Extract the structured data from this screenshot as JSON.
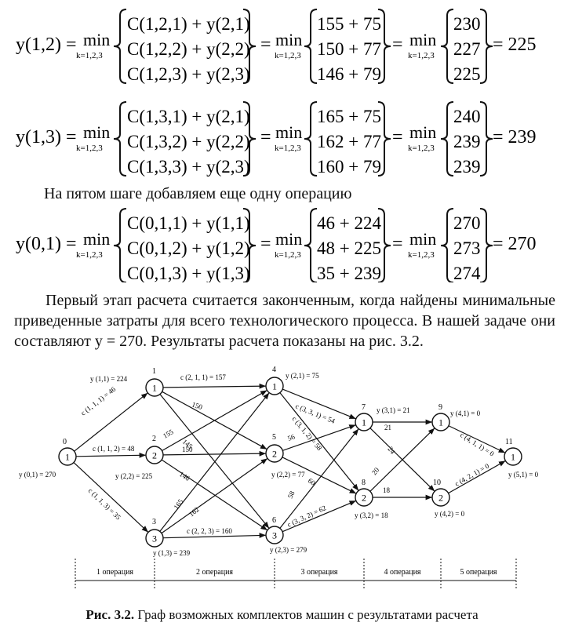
{
  "equations": [
    {
      "lhs": "y(1,2)",
      "sub": "k=1,2,3",
      "terms": [
        "C(1,2,1) + y(2,1)",
        "C(1,2,2) + y(2,2)",
        "C(1,2,3) + y(2,3)"
      ],
      "sums": [
        "155 + 75",
        "150 + 77",
        "146 + 79"
      ],
      "values": [
        "230",
        "227",
        "225"
      ],
      "result": "225"
    },
    {
      "lhs": "y(1,3)",
      "sub": "k=1,2,3",
      "terms": [
        "C(1,3,1) + y(2,1)",
        "C(1,3,2) + y(2,2)",
        "C(1,3,3) + y(2,3)"
      ],
      "sums": [
        "165 + 75",
        "162 + 77",
        "160 + 79"
      ],
      "values": [
        "240",
        "239",
        "239"
      ],
      "result": "239"
    },
    {
      "lhs": "y(0,1)",
      "sub": "k=1,2,3",
      "terms": [
        "C(0,1,1) + y(1,1)",
        "C(0,1,2) + y(1,2)",
        "C(0,1,3) + y(1,3)"
      ],
      "sums": [
        "46 + 224",
        "48 + 225",
        "35 + 239"
      ],
      "values": [
        "270",
        "273",
        "274"
      ],
      "result": "270"
    }
  ],
  "min_label": "min",
  "intro_text": "На пятом шаге добавляем еще одну операцию",
  "paragraph": "Первый этап расчета считается законченным, когда найдены минимальные приведенные затраты для всего технологического процесса. В нашей задаче они составляют y = 270. Результаты расчета показаны на рис. 3.2.",
  "graph": {
    "nodes": [
      {
        "id": "n0",
        "num": "0",
        "inner": "1",
        "label": "y (0,1) = 270"
      },
      {
        "id": "n1",
        "num": "1",
        "inner": "1",
        "label": "y (1,1) = 224"
      },
      {
        "id": "n2",
        "num": "2",
        "inner": "2",
        "label": "y (2,2) = 225"
      },
      {
        "id": "n3",
        "num": "3",
        "inner": "3",
        "label": "y (1,3) = 239"
      },
      {
        "id": "n4",
        "num": "4",
        "inner": "1",
        "label": "y (2,1) = 75"
      },
      {
        "id": "n5",
        "num": "5",
        "inner": "2",
        "label": "y (2,2) = 77"
      },
      {
        "id": "n6",
        "num": "6",
        "inner": "3",
        "label": "y (2,3) = 279"
      },
      {
        "id": "n7",
        "num": "7",
        "inner": "1",
        "label": "y (3,1) = 21"
      },
      {
        "id": "n8",
        "num": "8",
        "inner": "2",
        "label": "y (3,2) = 18"
      },
      {
        "id": "n9",
        "num": "9",
        "inner": "1",
        "label": "y (4,1) = 0"
      },
      {
        "id": "n10",
        "num": "10",
        "inner": "2",
        "label": "y (4,2) = 0"
      },
      {
        "id": "n11",
        "num": "11",
        "inner": "1",
        "label": "y (5,1) = 0"
      }
    ],
    "edges": [
      {
        "from": "n0",
        "to": "n1",
        "label": "c (1, 1, 1) = 46"
      },
      {
        "from": "n0",
        "to": "n2",
        "label": "c (1, 1, 2) = 48"
      },
      {
        "from": "n0",
        "to": "n3",
        "label": "c (1, 1, 3) = 35"
      },
      {
        "from": "n1",
        "to": "n4",
        "label": "c (2, 1, 1) = 157"
      },
      {
        "from": "n1",
        "to": "n5",
        "label": "150"
      },
      {
        "from": "n1",
        "to": "n6",
        "label": "145"
      },
      {
        "from": "n2",
        "to": "n4",
        "label": "155"
      },
      {
        "from": "n2",
        "to": "n5",
        "label": "150"
      },
      {
        "from": "n2",
        "to": "n6",
        "label": "146"
      },
      {
        "from": "n3",
        "to": "n4",
        "label": "165"
      },
      {
        "from": "n3",
        "to": "n5",
        "label": "162"
      },
      {
        "from": "n3",
        "to": "n6",
        "label": "c (2, 2, 3) = 160"
      },
      {
        "from": "n4",
        "to": "n7",
        "label": "c (3, 3, 1) = 54"
      },
      {
        "from": "n4",
        "to": "n8",
        "label": "c (3, 1, 2) = 58"
      },
      {
        "from": "n5",
        "to": "n7",
        "label": "56"
      },
      {
        "from": "n5",
        "to": "n8",
        "label": "60"
      },
      {
        "from": "n6",
        "to": "n7",
        "label": "58"
      },
      {
        "from": "n6",
        "to": "n8",
        "label": "c (3, 3, 2) = 62"
      },
      {
        "from": "n7",
        "to": "n9",
        "label": ""
      },
      {
        "from": "n7",
        "to": "n10",
        "label": "24"
      },
      {
        "from": "n8",
        "to": "n9",
        "label": "20"
      },
      {
        "from": "n8",
        "to": "n10",
        "label": "18"
      },
      {
        "from": "n9",
        "to": "n11",
        "label": "c (4, 1, 1) = 0"
      },
      {
        "from": "n10",
        "to": "n11",
        "label": "c (4, 2, 1) = 0"
      }
    ],
    "extra_label": "21",
    "stages": [
      "1 операция",
      "2 операция",
      "3 операция",
      "4 операция",
      "5 операция"
    ]
  },
  "caption_prefix": "Рис. 3.2.",
  "caption_text": " Граф возможных комплектов машин с результатами расчета"
}
